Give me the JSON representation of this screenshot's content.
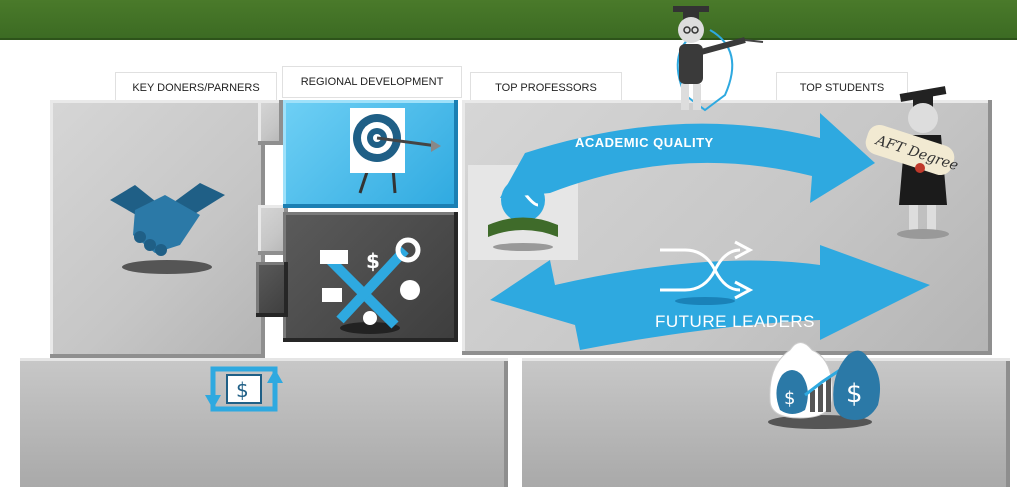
{
  "labels": {
    "key_donors": "KEY DONERS/PARNERS",
    "regional_development": "REGIONAL DEVELOPMENT",
    "top_professors": "TOP PROFESSORS",
    "top_students": "TOP STUDENTS"
  },
  "arrows": {
    "top": "ACADEMIC QUALITY",
    "bottom": "FUTURE LEADERS"
  },
  "scroll_text": "AFT Degree",
  "icons": {
    "handshake": "handshake-icon",
    "target": "target-icon",
    "tools": "tools-icon",
    "globe_book": "globe-book-icon",
    "shuffle": "shuffle-icon",
    "money_cycle": "money-cycle-icon",
    "money_bags": "money-bags-icon",
    "professor": "professor-figure",
    "graduate": "graduate-figure"
  },
  "colors": {
    "header": "#3c6b23",
    "accent_blue": "#2ea9e0",
    "dark_icon": "#1f5f86"
  }
}
